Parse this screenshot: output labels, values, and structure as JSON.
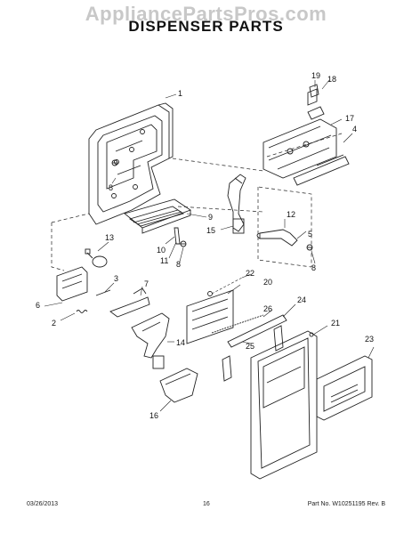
{
  "watermark": "AppliancePartsPros.com",
  "title": "DISPENSER PARTS",
  "callouts": {
    "c1": "1",
    "c2": "2",
    "c3": "3",
    "c4": "4",
    "c5": "5",
    "c6": "6",
    "c7": "7",
    "c8a": "8",
    "c8b": "8",
    "c8c": "8",
    "c9": "9",
    "c10": "10",
    "c11": "11",
    "c12": "12",
    "c13": "13",
    "c14": "14",
    "c15": "15",
    "c16": "16",
    "c17": "17",
    "c18": "18",
    "c19": "19",
    "c20": "20",
    "c21": "21",
    "c22": "22",
    "c23": "23",
    "c24": "24",
    "c25": "25",
    "c26": "26"
  },
  "footer": {
    "date": "03/26/2013",
    "page": "16",
    "part_no": "Part No. W10251195  Rev. B"
  }
}
